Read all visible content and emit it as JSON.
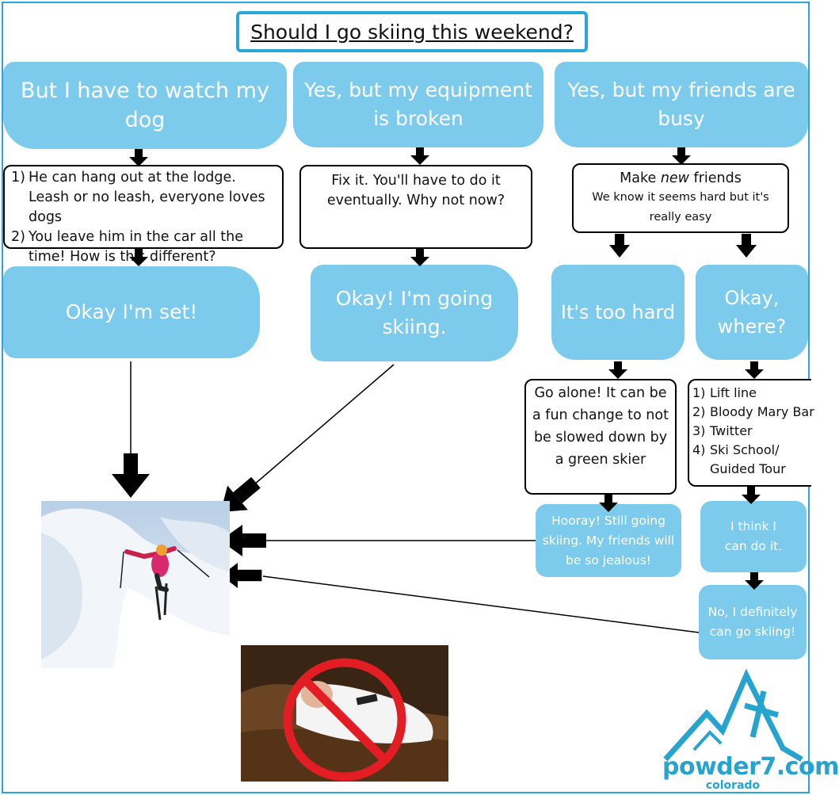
{
  "title": "Should I go skiing this weekend?",
  "columns": {
    "dog": {
      "question": "But I have to watch my dog",
      "answers": [
        {
          "num": "1)",
          "text": "He can hang out at the lodge. Leash or no leash, everyone loves dogs"
        },
        {
          "num": "2)",
          "text": "You leave him in the car all the time! How is this different?"
        }
      ],
      "result": "Okay I'm set!"
    },
    "equipment": {
      "question": "Yes, but my equipment is broken",
      "answer": "Fix it. You'll have to do it eventually. Why not now?",
      "result": "Okay! I'm going skiing."
    },
    "friends": {
      "question": "Yes, but my friends are busy",
      "answer_line1_pre": "Make ",
      "answer_line1_em": "new",
      "answer_line1_post": " friends",
      "answer_line2": "We know it seems hard but it's really easy",
      "branch_hard": {
        "label": "It's too hard",
        "advice": "Go alone! It can be a fun change to not be slowed down by a green skier",
        "result": "Hooray! Still going skiing. My friends will be so jealous!"
      },
      "branch_where": {
        "label": "Okay, where?",
        "places": [
          {
            "num": "1)",
            "text": "Lift line"
          },
          {
            "num": "2)",
            "text": "Bloody Mary Bar"
          },
          {
            "num": "3)",
            "text": "Twitter"
          },
          {
            "num": "4)",
            "text": "Ski School/ Guided Tour"
          }
        ],
        "think": "I think I can do it.",
        "result": "No, I definitely can go skiing!"
      }
    }
  },
  "logo": {
    "name": "powder7.com",
    "sub": "colorado"
  },
  "colors": {
    "box_blue": "#7ccbed",
    "frame_blue": "#2aa6dd",
    "logo_blue": "#27a3cf"
  }
}
